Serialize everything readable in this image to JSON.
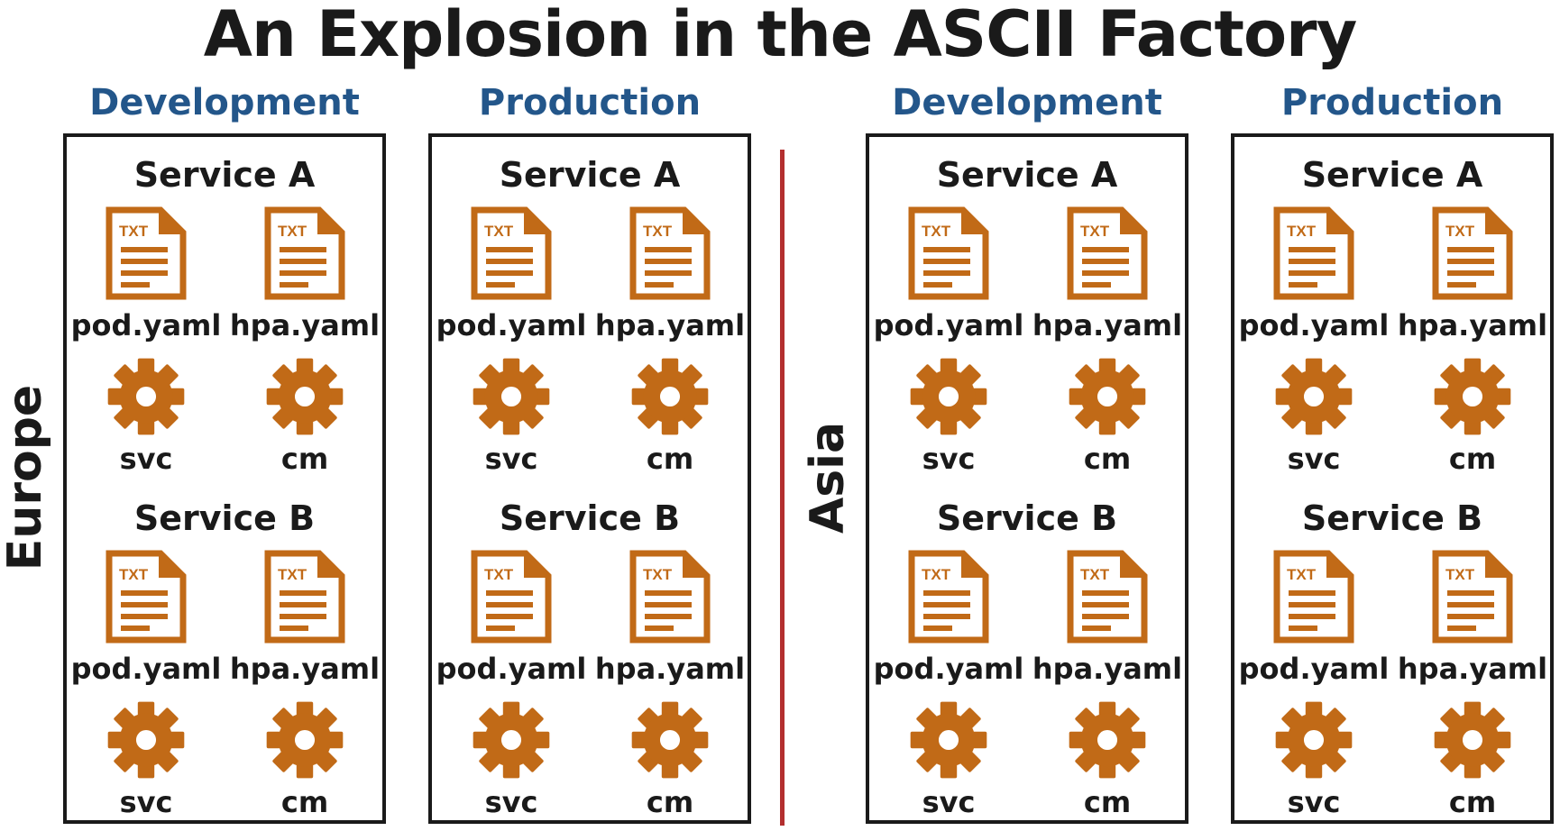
{
  "title": "An Explosion in the ASCII Factory",
  "colors": {
    "heading_blue": "#23568a",
    "icon_orange": "#c16a17",
    "divider_red": "#b32f2f"
  },
  "regions": [
    {
      "name": "Europe",
      "environments": [
        {
          "name": "Development",
          "services": [
            {
              "name": "Service A",
              "files": [
                {
                  "label": "pod.yaml",
                  "icon": "txt-file-icon",
                  "badge": "TXT"
                },
                {
                  "label": "hpa.yaml",
                  "icon": "txt-file-icon",
                  "badge": "TXT"
                }
              ],
              "resources": [
                {
                  "label": "svc",
                  "icon": "gear-icon"
                },
                {
                  "label": "cm",
                  "icon": "gear-icon"
                }
              ]
            },
            {
              "name": "Service B",
              "files": [
                {
                  "label": "pod.yaml",
                  "icon": "txt-file-icon",
                  "badge": "TXT"
                },
                {
                  "label": "hpa.yaml",
                  "icon": "txt-file-icon",
                  "badge": "TXT"
                }
              ],
              "resources": [
                {
                  "label": "svc",
                  "icon": "gear-icon"
                },
                {
                  "label": "cm",
                  "icon": "gear-icon"
                }
              ]
            }
          ]
        },
        {
          "name": "Production",
          "services": [
            {
              "name": "Service A",
              "files": [
                {
                  "label": "pod.yaml",
                  "icon": "txt-file-icon",
                  "badge": "TXT"
                },
                {
                  "label": "hpa.yaml",
                  "icon": "txt-file-icon",
                  "badge": "TXT"
                }
              ],
              "resources": [
                {
                  "label": "svc",
                  "icon": "gear-icon"
                },
                {
                  "label": "cm",
                  "icon": "gear-icon"
                }
              ]
            },
            {
              "name": "Service B",
              "files": [
                {
                  "label": "pod.yaml",
                  "icon": "txt-file-icon",
                  "badge": "TXT"
                },
                {
                  "label": "hpa.yaml",
                  "icon": "txt-file-icon",
                  "badge": "TXT"
                }
              ],
              "resources": [
                {
                  "label": "svc",
                  "icon": "gear-icon"
                },
                {
                  "label": "cm",
                  "icon": "gear-icon"
                }
              ]
            }
          ]
        }
      ]
    },
    {
      "name": "Asia",
      "environments": [
        {
          "name": "Development",
          "services": [
            {
              "name": "Service A",
              "files": [
                {
                  "label": "pod.yaml",
                  "icon": "txt-file-icon",
                  "badge": "TXT"
                },
                {
                  "label": "hpa.yaml",
                  "icon": "txt-file-icon",
                  "badge": "TXT"
                }
              ],
              "resources": [
                {
                  "label": "svc",
                  "icon": "gear-icon"
                },
                {
                  "label": "cm",
                  "icon": "gear-icon"
                }
              ]
            },
            {
              "name": "Service B",
              "files": [
                {
                  "label": "pod.yaml",
                  "icon": "txt-file-icon",
                  "badge": "TXT"
                },
                {
                  "label": "hpa.yaml",
                  "icon": "txt-file-icon",
                  "badge": "TXT"
                }
              ],
              "resources": [
                {
                  "label": "svc",
                  "icon": "gear-icon"
                },
                {
                  "label": "cm",
                  "icon": "gear-icon"
                }
              ]
            }
          ]
        },
        {
          "name": "Production",
          "services": [
            {
              "name": "Service A",
              "files": [
                {
                  "label": "pod.yaml",
                  "icon": "txt-file-icon",
                  "badge": "TXT"
                },
                {
                  "label": "hpa.yaml",
                  "icon": "txt-file-icon",
                  "badge": "TXT"
                }
              ],
              "resources": [
                {
                  "label": "svc",
                  "icon": "gear-icon"
                },
                {
                  "label": "cm",
                  "icon": "gear-icon"
                }
              ]
            },
            {
              "name": "Service B",
              "files": [
                {
                  "label": "pod.yaml",
                  "icon": "txt-file-icon",
                  "badge": "TXT"
                },
                {
                  "label": "hpa.yaml",
                  "icon": "txt-file-icon",
                  "badge": "TXT"
                }
              ],
              "resources": [
                {
                  "label": "svc",
                  "icon": "gear-icon"
                },
                {
                  "label": "cm",
                  "icon": "gear-icon"
                }
              ]
            }
          ]
        }
      ]
    }
  ]
}
